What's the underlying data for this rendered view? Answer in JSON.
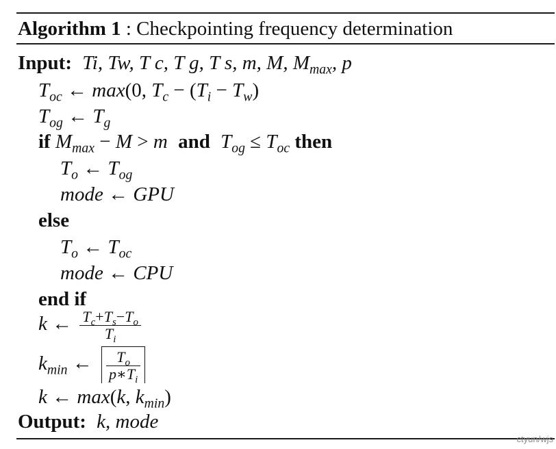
{
  "caption": {
    "label": "Algorithm 1",
    "title": " : Checkpointing frequency determination"
  },
  "keywords": {
    "input": "Input:",
    "if": "if",
    "and": "and",
    "then": "then",
    "else": "else",
    "end_if": "end if",
    "output": "Output:"
  },
  "lines": {
    "input_vars": "Ti, Tw, Tc, Tg, Ts, m, M, Mmax, p",
    "toc_assign": "Toc ← max(0, Tc − (Ti − Tw)",
    "tog_assign": "Tog ← Tg",
    "if_condition": "Mmax − M > m and Tog ≤ Toc",
    "to_tog": "To ← Tog",
    "mode_gpu": "mode ← GPU",
    "to_toc": "To ← Toc",
    "mode_cpu": "mode ← CPU",
    "k_assign": "k ← (Tc + Ts − To) / Ti",
    "kmin_assign": "kmin ← ⌈To / (p∗Ti)⌉",
    "k_max": "k ← max(k, kmin)",
    "output_vars": "k, mode"
  },
  "watermark": "ctyun/wjs"
}
